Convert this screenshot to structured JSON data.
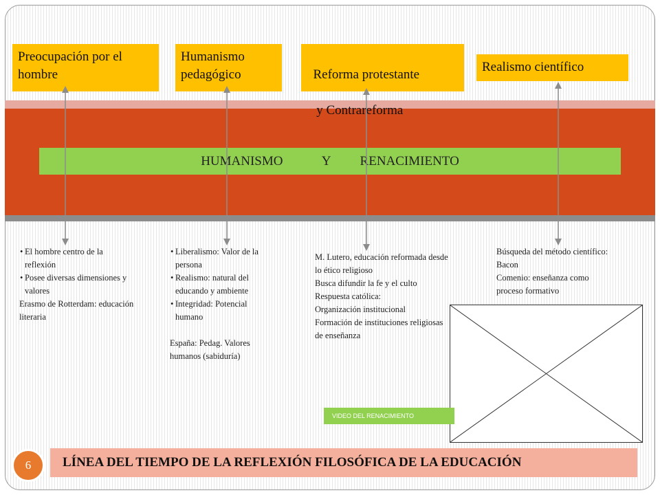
{
  "topics": [
    {
      "line1": "Preocupación por el",
      "line2": "hombre"
    },
    {
      "line1": "Humanismo",
      "line2": "pedagógico"
    },
    {
      "line1": "Reforma protestante",
      "line2": " y Contrareforma"
    },
    {
      "line1": "Realismo científico"
    }
  ],
  "banner": "HUMANISMO            Y         RENACIMIENTO",
  "col1": {
    "bullets": [
      "El hombre centro de la reflexión",
      "Posee diversas dimensiones y valores"
    ],
    "plain": [
      "Erasmo de Rotterdam: educación literaria"
    ]
  },
  "col2": {
    "bullets": [
      "Liberalismo: Valor de la persona",
      "Realismo: natural del educando y ambiente",
      "Integridad: Potencial humano"
    ],
    "plain": [
      "España: Pedag. Valores humanos (sabiduría)"
    ]
  },
  "col3": {
    "lines": [
      "M. Lutero, educación reformada desde lo ético religioso",
      "Busca difundir la fe y el culto",
      "Respuesta católica:",
      "Organización institucional",
      "Formación de instituciones religiosas de enseñanza"
    ]
  },
  "col4": {
    "lines": [
      "Búsqueda del método científico: Bacon",
      "Comenio: enseñanza como proceso formativo"
    ]
  },
  "video_button": "VIDEO DEL RENACIMIENTO",
  "footer_title": "LÍNEA DEL TIEMPO DE LA REFLEXIÓN FILOSÓFICA DE LA EDUCACIÓN",
  "page_number": "6",
  "colors": {
    "topic_box": "#ffc000",
    "band": "#d44a1a",
    "banner": "#92d050",
    "footer_bar": "#f4b09c",
    "page_circle": "#e87a2e"
  }
}
